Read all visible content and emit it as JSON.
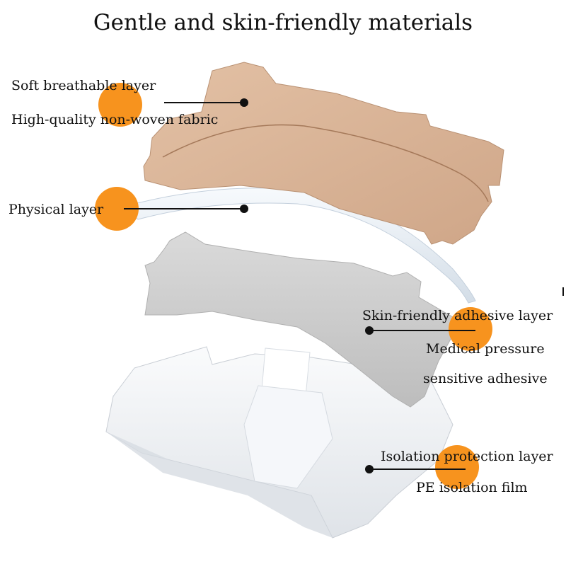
{
  "title": "Gentle and skin-friendly materials",
  "accent_color": "#f7931e",
  "layers": [
    {
      "name": "Soft breathable layer",
      "detail": "High-quality non-woven fabric",
      "color": "#d9b394"
    },
    {
      "name": "Physical layer",
      "detail": "",
      "color": "#eef3f8"
    },
    {
      "name": "Skin-friendly adhesive layer",
      "detail": "Medical pressure",
      "detail2": "sensitive adhesive",
      "color": "#cfcfcf"
    },
    {
      "name": "Isolation protection layer",
      "detail": "PE isolation film",
      "color": "#f1f3f6"
    }
  ]
}
